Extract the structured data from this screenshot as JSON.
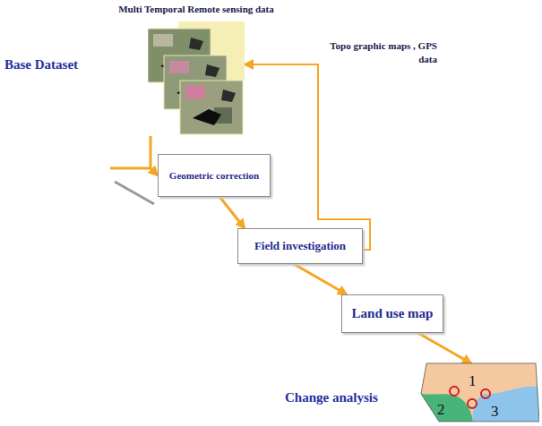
{
  "diagram": {
    "nodes": [
      {
        "text": [
          "Multi Temporal Remote sensing data"
        ]
      },
      {
        "text": [
          "Geometric correction"
        ]
      },
      {
        "text": [
          "Field investigation"
        ]
      },
      {
        "text": [
          "Land use map"
        ]
      },
      {
        "text": [
          "Change analysis",
          "1",
          "2",
          "3"
        ]
      }
    ],
    "edges": [
      {
        "from": 0,
        "to": 1,
        "arrow": "to"
      },
      {
        "from": 1,
        "to": 2,
        "arrow": "to"
      },
      {
        "from": 2,
        "to": 3,
        "arrow": "to"
      },
      {
        "from": 3,
        "to": 4,
        "arrow": "to"
      },
      {
        "from": 2,
        "to": 0,
        "arrow": "to",
        "label": "Topo graphic maps , GPS data"
      }
    ],
    "labels": [
      "Base Dataset"
    ]
  }
}
